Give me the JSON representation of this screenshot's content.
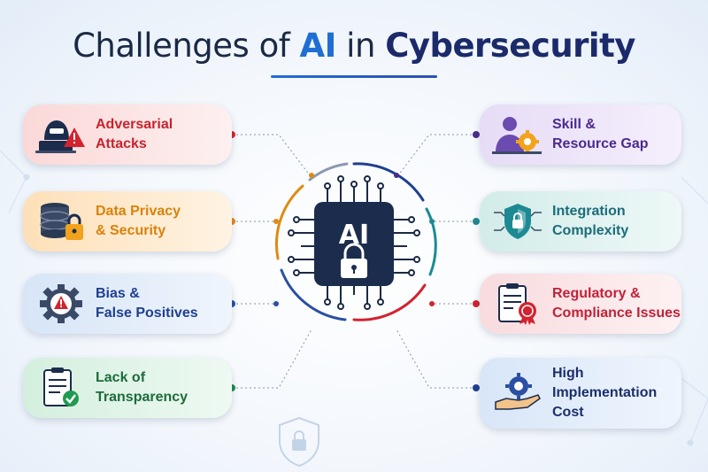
{
  "title": {
    "prefix": "Challenges of ",
    "highlight": "AI",
    "suffix_connector": " in ",
    "suffix": "Cybersecurity"
  },
  "center": {
    "chip_label": "AI",
    "icon": "ai-chip-lock-icon"
  },
  "left_cards": [
    {
      "line1": "Adversarial",
      "line2": "Attacks",
      "icon": "hacker-alert-icon",
      "color": "#c8232c"
    },
    {
      "line1": "Data Privacy",
      "line2": "& Security",
      "icon": "database-lock-icon",
      "color": "#d9820a"
    },
    {
      "line1": "Bias &",
      "line2": "False Positives",
      "icon": "gear-warning-icon",
      "color": "#1e3f8f"
    },
    {
      "line1": "Lack of",
      "line2": "Transparency",
      "icon": "clipboard-check-icon",
      "color": "#1c6b3a"
    }
  ],
  "right_cards": [
    {
      "line1": "Skill &",
      "line2": "Resource Gap",
      "icon": "person-gear-icon",
      "color": "#4b2a8e"
    },
    {
      "line1": "Integration",
      "line2": "Complexity",
      "icon": "shield-network-icon",
      "color": "#1a6d7a"
    },
    {
      "line1": "Regulatory &",
      "line2": "Compliance Issues",
      "icon": "document-seal-icon",
      "color": "#c32138"
    },
    {
      "line1": "High",
      "line2": "Implementation",
      "line3": "Cost",
      "icon": "hand-coin-gear-icon",
      "color": "#1c2f6b"
    }
  ]
}
